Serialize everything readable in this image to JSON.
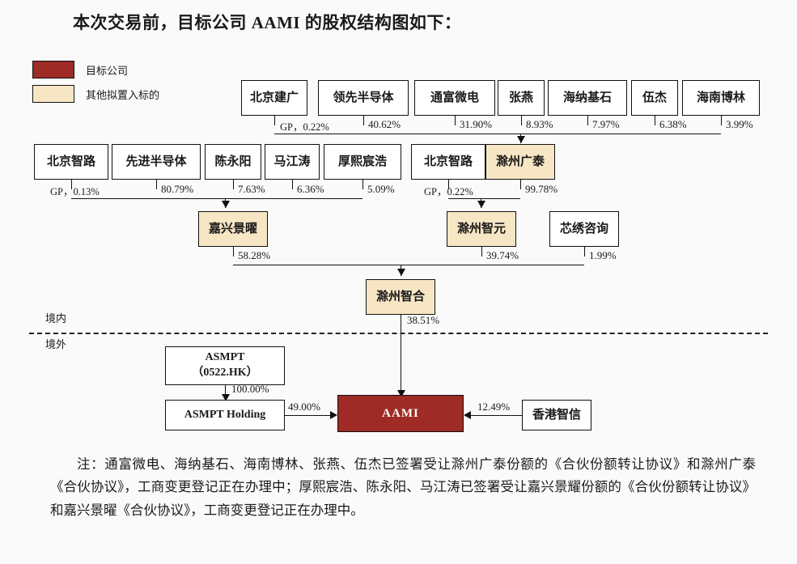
{
  "title": "本次交易前，目标公司 AAMI 的股权结构图如下：",
  "legend": [
    {
      "label": "目标公司",
      "color": "#9e2b25"
    },
    {
      "label": "其他拟置入标的",
      "color": "#f7e6c4"
    }
  ],
  "regions": {
    "domestic": "境内",
    "overseas": "境外"
  },
  "tier1": {
    "nodes": [
      {
        "name": "北京建广",
        "pct": "0.22%",
        "gp": "GP，"
      },
      {
        "name": "领先半导体",
        "pct": "40.62%"
      },
      {
        "name": "通富微电",
        "pct": "31.90%"
      },
      {
        "name": "张燕",
        "pct": "8.93%"
      },
      {
        "name": "海纳基石",
        "pct": "7.97%"
      },
      {
        "name": "伍杰",
        "pct": "6.38%"
      },
      {
        "name": "海南博林",
        "pct": "3.99%"
      }
    ],
    "target": "滁州广泰"
  },
  "tier2": {
    "group_a": {
      "nodes": [
        {
          "name": "北京智路",
          "pct": "0.13%",
          "gp": "GP，"
        },
        {
          "name": "先进半导体",
          "pct": "80.79%"
        },
        {
          "name": "陈永阳",
          "pct": "7.63%"
        },
        {
          "name": "马江涛",
          "pct": "6.36%"
        },
        {
          "name": "厚熙宸浩",
          "pct": "5.09%"
        }
      ],
      "target": "嘉兴景曜"
    },
    "group_b": {
      "nodes": [
        {
          "name": "北京智路",
          "pct": "0.22%",
          "gp": "GP，"
        }
      ],
      "holding": {
        "name": "滁州广泰",
        "pct": "99.78%"
      },
      "target": "滁州智元"
    }
  },
  "tier3": {
    "nodes": [
      {
        "name": "嘉兴景曜",
        "pct": "58.28%"
      },
      {
        "name": "滁州智元",
        "pct": "39.74%"
      },
      {
        "name": "芯绣咨询",
        "pct": "1.99%"
      }
    ],
    "target": "滁州智合"
  },
  "tier4": {
    "node": "滁州智合",
    "pct_to_aami": "38.51%"
  },
  "offshore": {
    "asmpt_line1": "ASMPT",
    "asmpt_line2": "（0522.HK）",
    "asmpt_pct": "100.00%",
    "asmpt_holding": "ASMPT Holding",
    "asmpt_holding_pct": "49.00%",
    "aami": "AAMI",
    "hk_entity": "香港智信",
    "hk_pct": "12.49%"
  },
  "footnote": "注：通富微电、海纳基石、海南博林、张燕、伍杰已签署受让滁州广泰份额的《合伙份额转让协议》和滁州广泰《合伙协议》，工商变更登记正在办理中；厚熙宸浩、陈永阳、马江涛已签署受让嘉兴景耀份额的《合伙份额转让协议》和嘉兴景曜《合伙协议》，工商变更登记正在办理中。"
}
